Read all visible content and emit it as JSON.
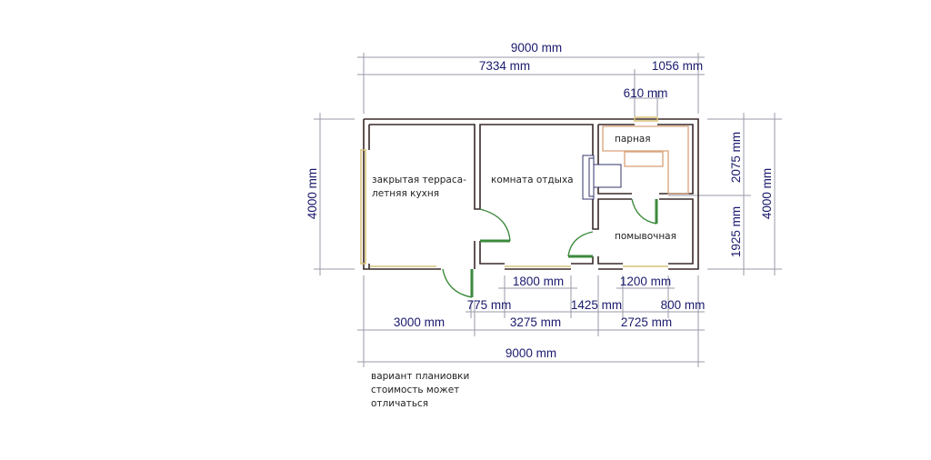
{
  "dimensions": {
    "top_total": "9000 mm",
    "top_left": "7334 mm",
    "top_right": "1056 mm",
    "top_window": "610 mm",
    "left_height": "4000 mm",
    "right_upper": "2075 mm",
    "right_lower": "1925 mm",
    "right_total": "4000 mm",
    "bottom_window_1": "1800 mm",
    "bottom_window_2": "1200 mm",
    "bottom_door": "775 mm",
    "bottom_mid": "1425 mm",
    "bottom_right_edge": "800 mm",
    "bottom_seg_1": "3000 mm",
    "bottom_seg_2": "3275 mm",
    "bottom_seg_3": "2725 mm",
    "bottom_total": "9000 mm"
  },
  "rooms": {
    "terrace_line1": "закрытая терраса-",
    "terrace_line2": "летняя кухня",
    "lounge": "комната отдыха",
    "steam_room": "парная",
    "washroom": "помывочная"
  },
  "notes": [
    "вариант планиовки",
    "стоимость может",
    "отличаться"
  ]
}
